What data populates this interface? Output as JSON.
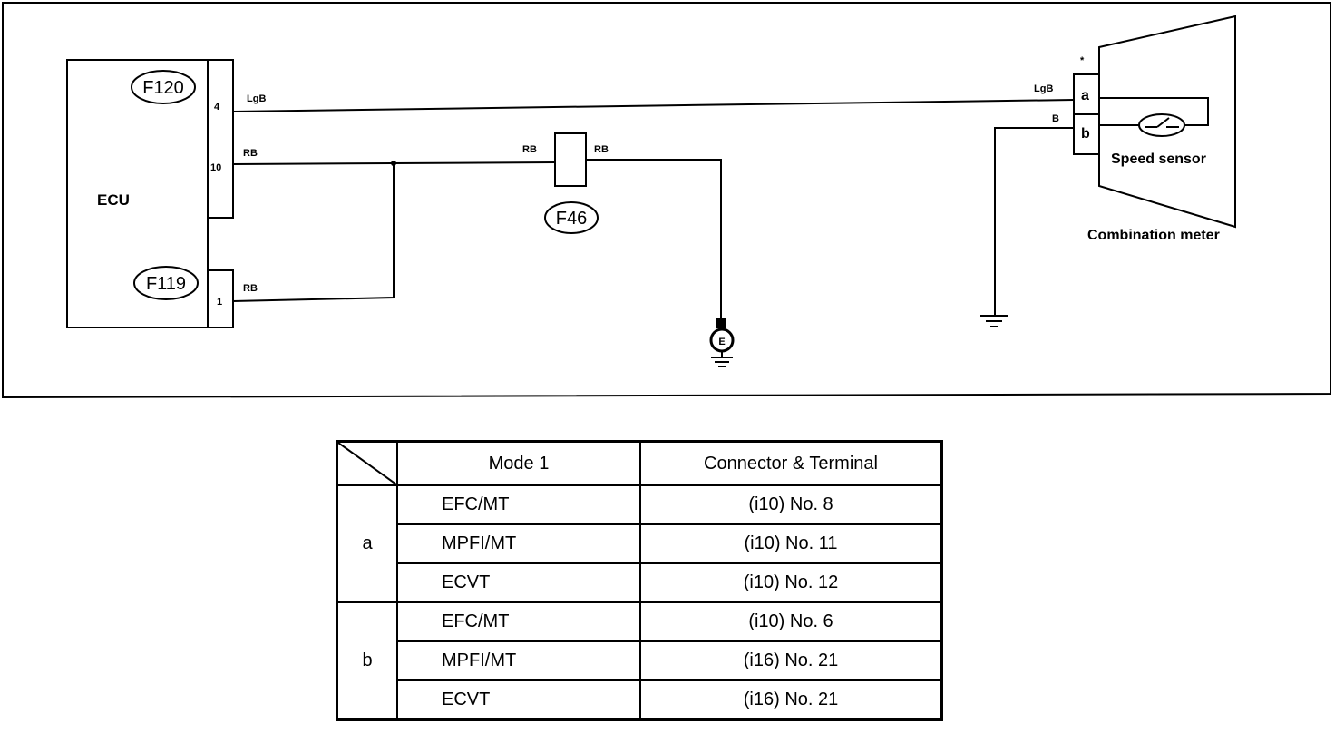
{
  "diagram": {
    "ecu": {
      "label": "ECU"
    },
    "connectors": {
      "f120": "F120",
      "f119": "F119",
      "f46": "F46"
    },
    "pins": {
      "ecu_pin_4": "4",
      "ecu_pin_10": "10",
      "ecu_pin_1": "1"
    },
    "wires": {
      "lgb_left": "LgB",
      "rb_top_left": "RB",
      "rb_bottom_left": "RB",
      "rb_f46_left": "RB",
      "rb_f46_right": "RB",
      "lgb_right": "LgB",
      "b_right": "B"
    },
    "ground": {
      "label": "E"
    },
    "meter": {
      "asterisk": "*",
      "terminal_a": "a",
      "terminal_b": "b",
      "speed_sensor": "Speed sensor",
      "combination_meter": "Combination meter"
    }
  },
  "table": {
    "header": {
      "mode": "Mode 1",
      "connector": "Connector & Terminal"
    },
    "groups": [
      {
        "terminal": "a",
        "rows": [
          {
            "mode": "EFC/MT",
            "connector": "(i10) No. 8"
          },
          {
            "mode": "MPFI/MT",
            "connector": "(i10) No. 11"
          },
          {
            "mode": "ECVT",
            "connector": "(i10) No. 12"
          }
        ]
      },
      {
        "terminal": "b",
        "rows": [
          {
            "mode": "EFC/MT",
            "connector": "(i10) No. 6"
          },
          {
            "mode": "MPFI/MT",
            "connector": "(i16) No. 21"
          },
          {
            "mode": "ECVT",
            "connector": "(i16) No. 21"
          }
        ]
      }
    ]
  }
}
